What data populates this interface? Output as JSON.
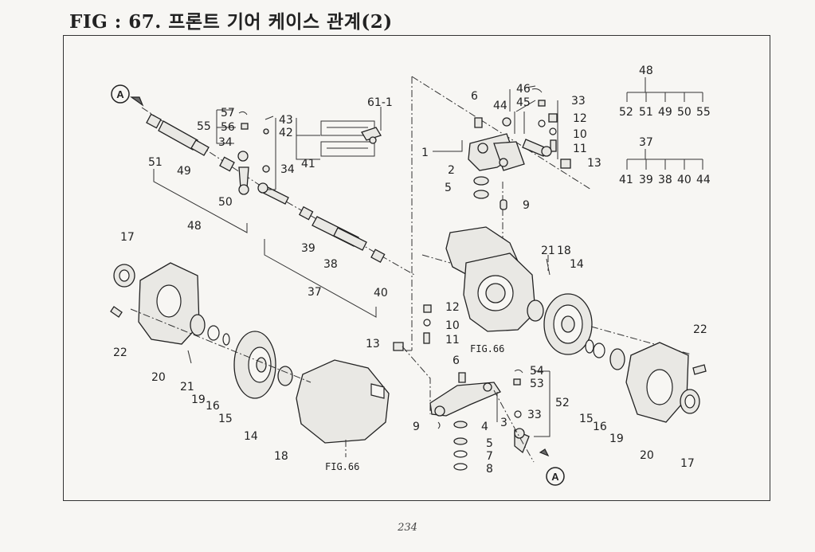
{
  "title": "FIG : 67. 프론트 기어 케이스 관계(2)",
  "page_number": "234",
  "figure_refs": [
    "FIG.66",
    "FIG.66"
  ],
  "view_markers": [
    "A",
    "A"
  ],
  "part_labels": [
    "61-1",
    "57",
    "55",
    "56",
    "43",
    "42",
    "34",
    "34",
    "41",
    "51",
    "49",
    "50",
    "48",
    "39",
    "38",
    "37",
    "40",
    "6",
    "44",
    "46",
    "45",
    "33",
    "12",
    "10",
    "11",
    "1",
    "2",
    "5",
    "9",
    "13",
    "21",
    "18",
    "14",
    "17",
    "12",
    "10",
    "11",
    "13",
    "22",
    "20",
    "21",
    "19",
    "16",
    "15",
    "14",
    "18",
    "6",
    "54",
    "53",
    "52",
    "33",
    "9",
    "3",
    "4",
    "5",
    "7",
    "8",
    "22",
    "15",
    "16",
    "19",
    "20",
    "17"
  ],
  "group_48": {
    "head": "48",
    "members": [
      "52",
      "51",
      "49",
      "50",
      "55"
    ]
  },
  "group_37": {
    "head": "37",
    "members": [
      "41",
      "39",
      "38",
      "40",
      "44"
    ]
  }
}
